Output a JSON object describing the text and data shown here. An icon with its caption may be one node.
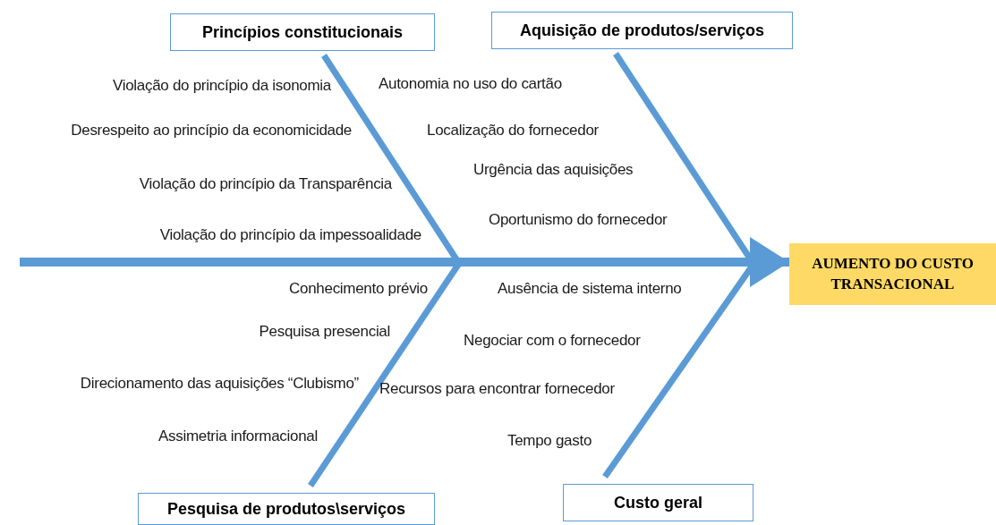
{
  "diagram": {
    "nodes": [
      {
        "text": [
          "Princípios constitucionais"
        ]
      },
      {
        "text": [
          "Aquisição de produtos/serviços"
        ]
      },
      {
        "text": [
          "AUMENTO DO CUSTO TRANSACIONAL"
        ]
      },
      {
        "text": [
          "Pesquisa de produtos\\serviços"
        ]
      },
      {
        "text": [
          "Custo geral"
        ]
      }
    ],
    "edges": [
      {
        "from": null,
        "to": 2,
        "arrow": "to"
      },
      {
        "from": 0,
        "to": null,
        "arrow": "none"
      },
      {
        "from": 1,
        "to": null,
        "arrow": "none"
      },
      {
        "from": 3,
        "to": null,
        "arrow": "none"
      },
      {
        "from": 4,
        "to": null,
        "arrow": "none"
      }
    ],
    "labels": [
      "Violação do princípio da isonomia",
      "Autonomia no uso do cartão",
      "Desrespeito ao princípio da economicidade",
      "Localização do fornecedor",
      "Urgência das aquisições",
      "Violação do princípio da Transparência",
      "Oportunismo do fornecedor",
      "Violação do princípio da impessoalidade",
      "Conhecimento prévio",
      "Ausência de sistema interno",
      "Pesquisa presencial",
      "Negociar com o fornecedor",
      "Direcionamento das aquisições “Clubismo”",
      "Recursos para encontrar fornecedor",
      "Assimetria informacional",
      "Tempo gasto"
    ]
  }
}
